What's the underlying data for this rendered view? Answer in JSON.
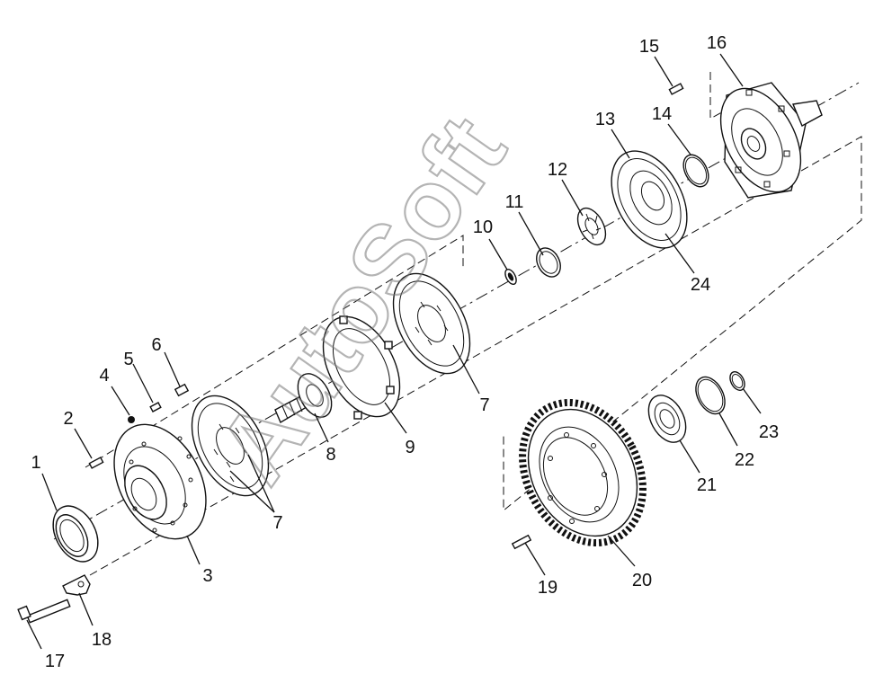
{
  "diagram": {
    "type": "exploded parts diagram",
    "watermark": "AutoSoft",
    "callouts": [
      {
        "id": "c1",
        "label": "1"
      },
      {
        "id": "c2",
        "label": "2"
      },
      {
        "id": "c3",
        "label": "3"
      },
      {
        "id": "c4",
        "label": "4"
      },
      {
        "id": "c5",
        "label": "5"
      },
      {
        "id": "c6",
        "label": "6"
      },
      {
        "id": "c7a",
        "label": "7"
      },
      {
        "id": "c7b",
        "label": "7"
      },
      {
        "id": "c8",
        "label": "8"
      },
      {
        "id": "c9",
        "label": "9"
      },
      {
        "id": "c10",
        "label": "10"
      },
      {
        "id": "c11",
        "label": "11"
      },
      {
        "id": "c12",
        "label": "12"
      },
      {
        "id": "c13",
        "label": "13"
      },
      {
        "id": "c14",
        "label": "14"
      },
      {
        "id": "c15",
        "label": "15"
      },
      {
        "id": "c16",
        "label": "16"
      },
      {
        "id": "c17",
        "label": "17"
      },
      {
        "id": "c18",
        "label": "18"
      },
      {
        "id": "c19",
        "label": "19"
      },
      {
        "id": "c20",
        "label": "20"
      },
      {
        "id": "c21",
        "label": "21"
      },
      {
        "id": "c22",
        "label": "22"
      },
      {
        "id": "c23",
        "label": "23"
      },
      {
        "id": "c24",
        "label": "24"
      }
    ]
  }
}
